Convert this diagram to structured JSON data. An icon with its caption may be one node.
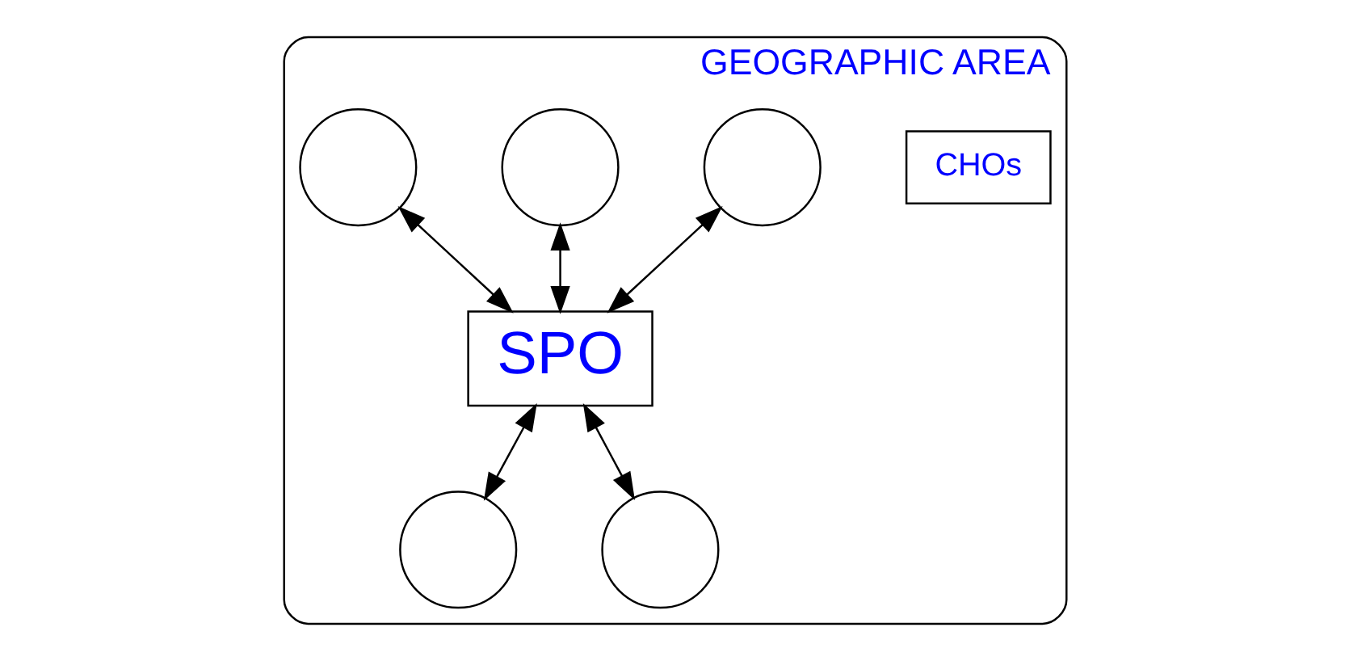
{
  "diagram": {
    "nodes": [
      {
        "text": [
          "GEOGRAPHIC AREA"
        ]
      },
      {
        "text": [
          "CHOs"
        ],
        "in": 0
      },
      {
        "text": [],
        "shape": "circle",
        "in": 0
      },
      {
        "text": [],
        "shape": "circle",
        "in": 0
      },
      {
        "text": [],
        "shape": "circle",
        "in": 0
      },
      {
        "text": [
          "SPO"
        ],
        "in": 0
      },
      {
        "text": [],
        "shape": "circle",
        "in": 0
      },
      {
        "text": [],
        "shape": "circle",
        "in": 0
      }
    ],
    "edges": [
      {
        "from": 5,
        "to": 3,
        "arrow": "both"
      },
      {
        "from": 5,
        "to": 2,
        "arrow": "both"
      },
      {
        "from": 5,
        "to": 4,
        "arrow": "both"
      },
      {
        "from": 5,
        "to": 6,
        "arrow": "both"
      },
      {
        "from": 5,
        "to": 7,
        "arrow": "both"
      }
    ]
  }
}
